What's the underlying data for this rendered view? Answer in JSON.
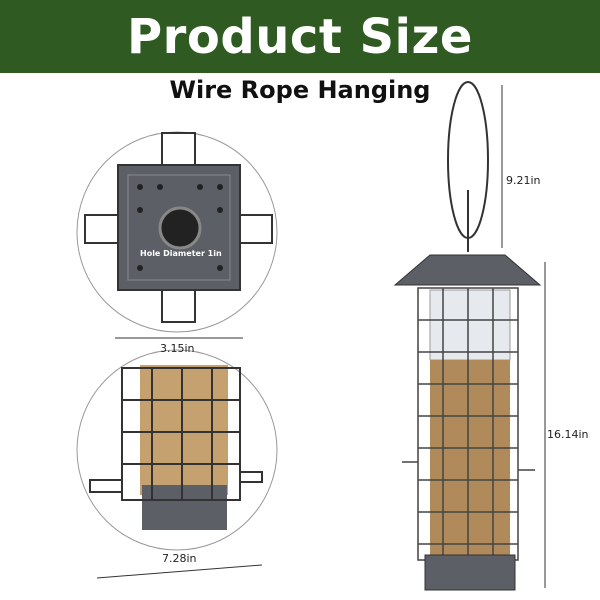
{
  "header": {
    "title": "Product Size",
    "subtitle": "Wire Rope Hanging"
  },
  "labels": {
    "hole_diameter": "Hole Diameter 1in",
    "top_width": "3.15in",
    "base_width": "7.28in",
    "hanger_height": "9.21in",
    "body_height": "16.14in"
  },
  "colors": {
    "banner": "#2f5a22",
    "feeder": "#5d5f66",
    "seed": "#b08a5a"
  }
}
